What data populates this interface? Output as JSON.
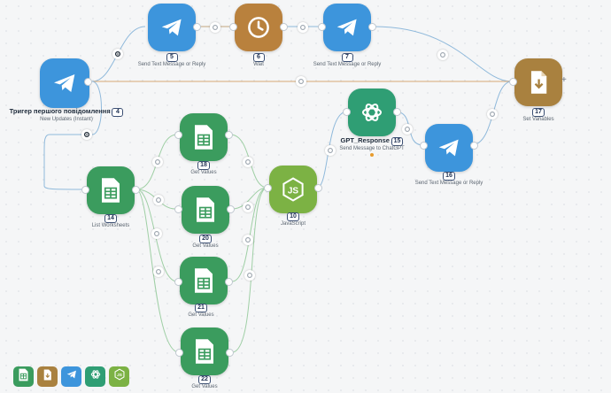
{
  "colors": {
    "telegram": "#3d95dc",
    "sheets": "#3b9c5e",
    "wait": "#b9813d",
    "openai": "#2f9e74",
    "javascript": "#7cb244",
    "set_variables": "#a9813f",
    "edge_default": "#8fb9db",
    "edge_branch": "#9fcfa5",
    "edge_direct": "#d6a874"
  },
  "nodes": {
    "n5": {
      "id": "5",
      "icon": "telegram-icon",
      "subtitle": "Send Text Message or Reply"
    },
    "n6": {
      "id": "6",
      "icon": "clock-icon",
      "subtitle": "Wait"
    },
    "n7": {
      "id": "7",
      "icon": "telegram-icon",
      "subtitle": "Send Text Message or Reply"
    },
    "n4": {
      "id": "4",
      "icon": "telegram-icon",
      "title": "Тригер першого повідомлення",
      "subtitle": "New Updates (Instant)"
    },
    "n17": {
      "id": "17",
      "icon": "download-file-icon",
      "subtitle": "Set Variables"
    },
    "n15": {
      "id": "15",
      "icon": "openai-icon",
      "title": "GPT_Response",
      "subtitle": "Send Message to ChatGPT"
    },
    "n18": {
      "id": "18",
      "icon": "sheets-icon",
      "subtitle": "Get Values"
    },
    "n14": {
      "id": "14",
      "icon": "sheets-icon",
      "subtitle": "List Worksheets"
    },
    "n20": {
      "id": "20",
      "icon": "sheets-icon",
      "subtitle": "Get Values"
    },
    "n10": {
      "id": "10",
      "icon": "js-icon",
      "subtitle": "JavaScript"
    },
    "n16": {
      "id": "16",
      "icon": "telegram-icon",
      "subtitle": "Send Text Message or Reply"
    },
    "n21": {
      "id": "21",
      "icon": "sheets-icon",
      "subtitle": "Get Values"
    },
    "n22": {
      "id": "22",
      "icon": "sheets-icon",
      "subtitle": "Get Values"
    }
  },
  "toolbar": [
    {
      "icon": "sheets-icon"
    },
    {
      "icon": "download-file-icon"
    },
    {
      "icon": "telegram-icon"
    },
    {
      "icon": "openai-icon"
    },
    {
      "icon": "js-icon"
    }
  ]
}
